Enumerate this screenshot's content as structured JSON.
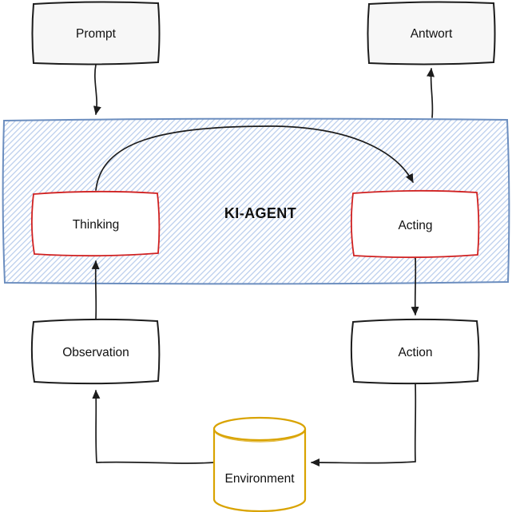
{
  "diagram": {
    "title": "KI-AGENT",
    "nodes": {
      "prompt": {
        "label": "Prompt"
      },
      "antwort": {
        "label": "Antwort"
      },
      "agent": {
        "label": "KI-AGENT"
      },
      "thinking": {
        "label": "Thinking"
      },
      "acting": {
        "label": "Acting"
      },
      "observation": {
        "label": "Observation"
      },
      "action": {
        "label": "Action"
      },
      "environment": {
        "label": "Environment"
      }
    },
    "edges": [
      {
        "from": "Prompt",
        "to": "KI-AGENT"
      },
      {
        "from": "KI-AGENT",
        "to": "Antwort"
      },
      {
        "from": "Thinking",
        "to": "Acting"
      },
      {
        "from": "Acting",
        "to": "Action"
      },
      {
        "from": "Action",
        "to": "Environment"
      },
      {
        "from": "Environment",
        "to": "Observation"
      },
      {
        "from": "Observation",
        "to": "Thinking"
      }
    ],
    "colors": {
      "container_border": "#6c8ebf",
      "hatch_line": "#b9cdec",
      "box_border": "#1c1c1c",
      "box_fill_light": "#f7f7f7",
      "inner_box_border": "#d02020",
      "cylinder_border": "#d9a300",
      "arrow": "#1c1c1c",
      "text": "#111111"
    }
  }
}
